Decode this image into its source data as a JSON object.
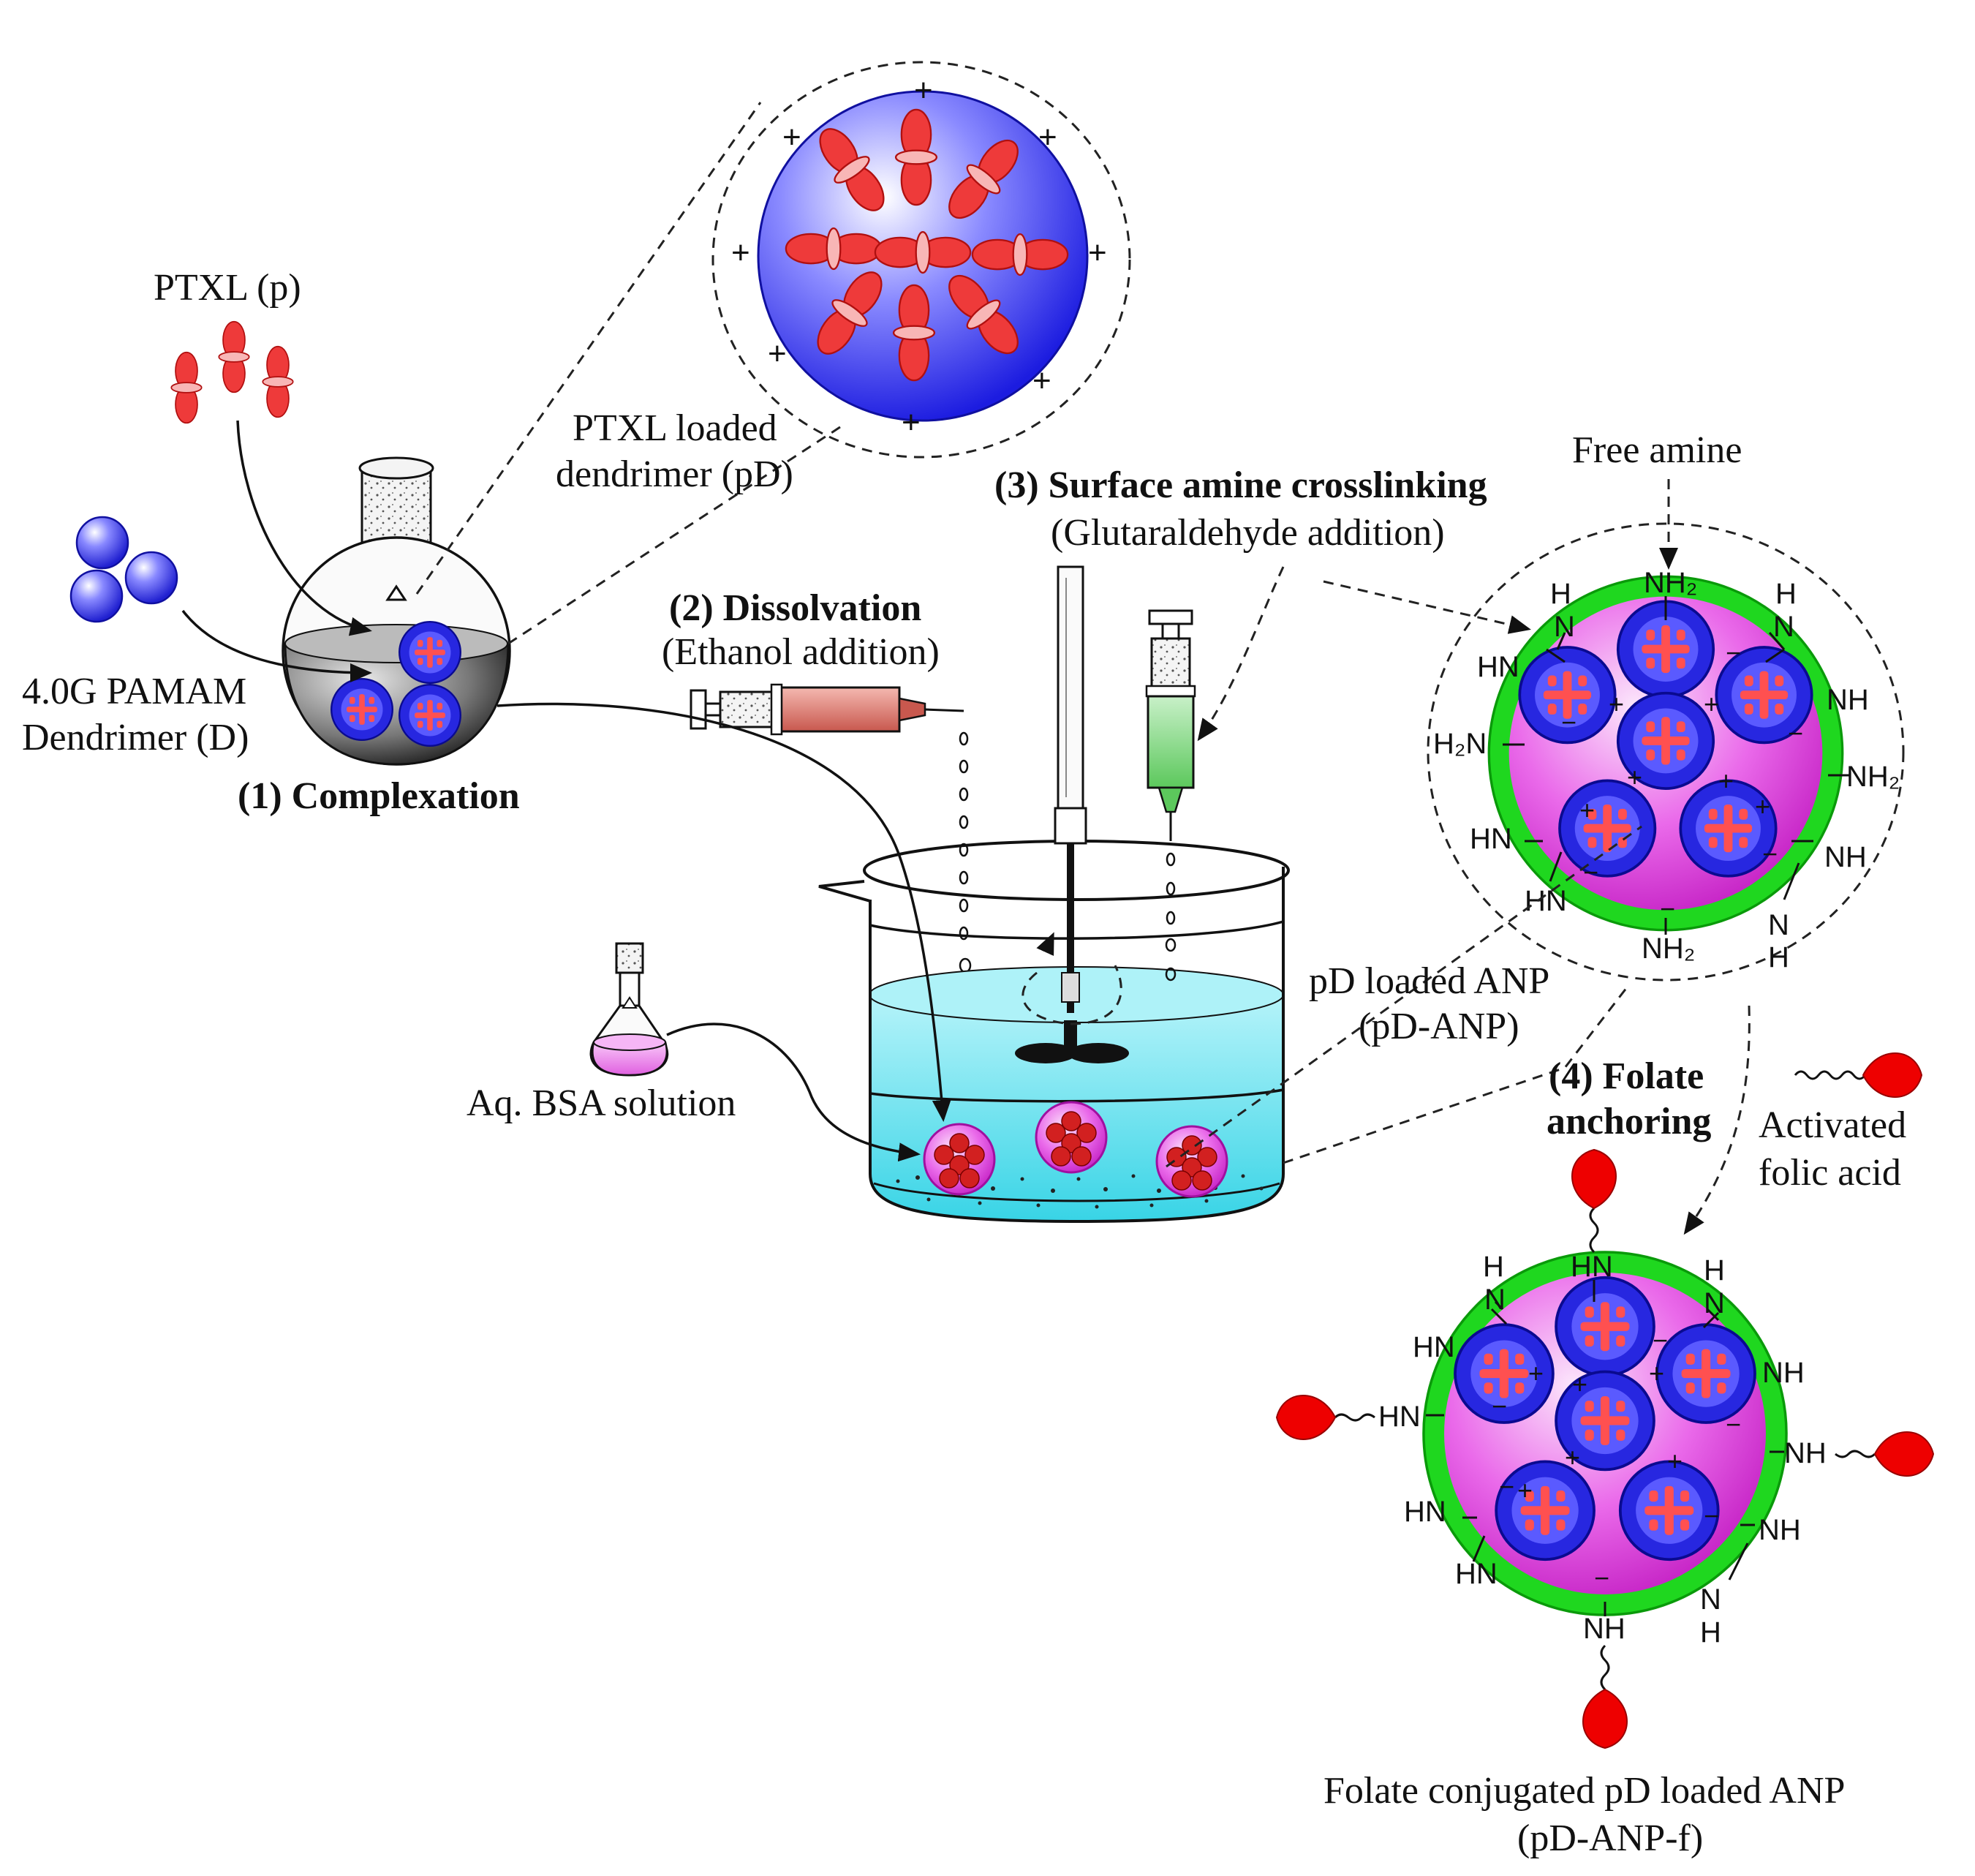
{
  "labels": {
    "ptxl": "PTXL (p)",
    "pamam_line1": "4.0G PAMAM",
    "pamam_line2": "Dendrimer (D)",
    "step1": "(1) Complexation",
    "pd_line1": "PTXL loaded",
    "pd_line2": "dendrimer (pD)",
    "step2_title": "(2) Dissolvation",
    "step2_sub": "(Ethanol addition)",
    "step3_title": "(3) Surface amine crosslinking",
    "step3_sub": "(Glutaraldehyde addition)",
    "free_amine": "Free amine",
    "bsa": "Aq. BSA solution",
    "anp_line1": "pD loaded ANP",
    "anp_line2": "(pD-ANP)",
    "step4_line1": "(4) Folate",
    "step4_line2": "anchoring",
    "folic_line1": "Activated",
    "folic_line2": "folic acid",
    "final_line1": "Folate conjugated pD loaded ANP",
    "final_line2": "(pD-ANP-f)"
  },
  "chem": {
    "H": "H",
    "N": "N",
    "HN": "HN",
    "NH": "NH",
    "NH2": "NH₂",
    "H2N": "H₂N",
    "plus": "+",
    "minus": "−"
  },
  "colors": {
    "dendrimer_blue": "#2323e6",
    "drug_red": "#ee3a3a",
    "albumin_magenta": "#e040e0",
    "shell_green": "#22dd22",
    "water_cyan": "#66e6f2",
    "folate_red": "#ee0000"
  },
  "icons": {
    "flask": "round-bottom-flask-icon",
    "beaker": "beaker-icon",
    "stirrer": "stirrer-icon",
    "syringe_ethanol": "syringe-icon",
    "syringe_glutaraldehyde": "syringe-icon",
    "bsa_flask": "flask-icon"
  }
}
